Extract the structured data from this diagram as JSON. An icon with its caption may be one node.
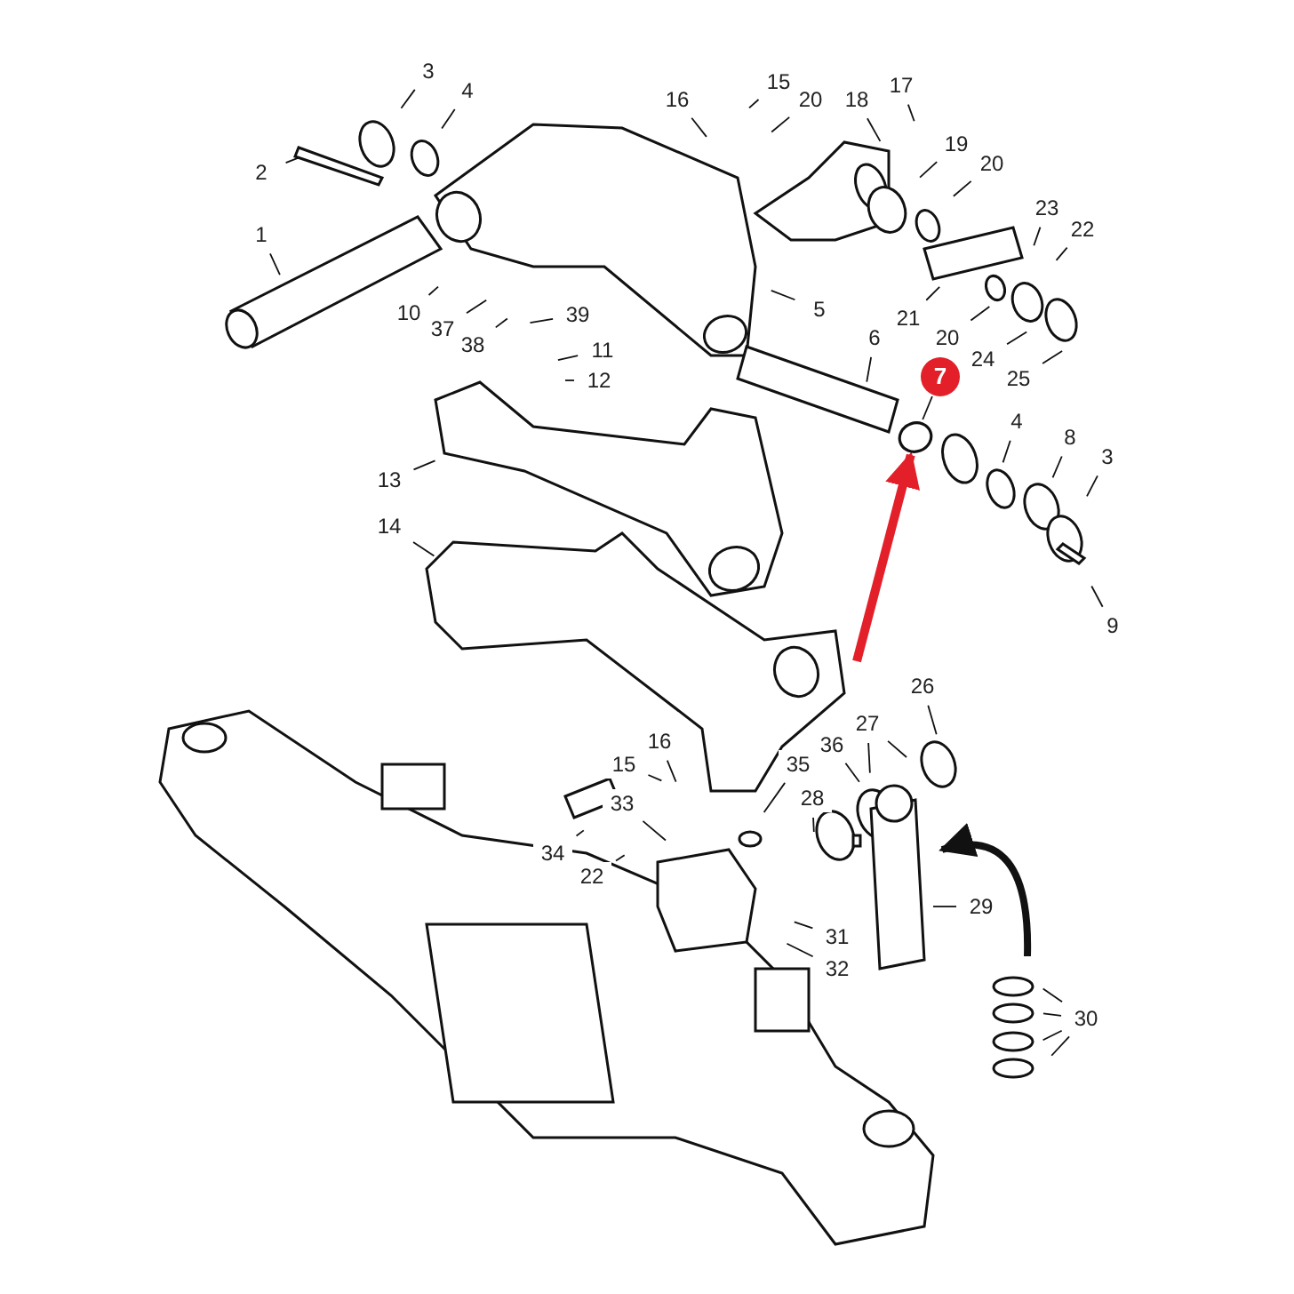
{
  "diagram": {
    "nodes": [
      {
        "text": [
          "3"
        ]
      },
      {
        "text": [
          "4"
        ]
      },
      {
        "text": [
          "15"
        ]
      },
      {
        "text": [
          "16"
        ]
      },
      {
        "text": [
          "20"
        ]
      },
      {
        "text": [
          "18"
        ]
      },
      {
        "text": [
          "17"
        ]
      },
      {
        "text": [
          "2"
        ]
      },
      {
        "text": [
          "19"
        ]
      },
      {
        "text": [
          "20"
        ]
      },
      {
        "text": [
          "1"
        ]
      },
      {
        "text": [
          "23"
        ]
      },
      {
        "text": [
          "22"
        ]
      },
      {
        "text": [
          "5"
        ]
      },
      {
        "text": [
          "10"
        ]
      },
      {
        "text": [
          "21"
        ]
      },
      {
        "text": [
          "37"
        ]
      },
      {
        "text": [
          "39"
        ]
      },
      {
        "text": [
          "20"
        ]
      },
      {
        "text": [
          "11"
        ]
      },
      {
        "text": [
          "38"
        ]
      },
      {
        "text": [
          "24"
        ]
      },
      {
        "text": [
          "12"
        ]
      },
      {
        "text": [
          "6"
        ]
      },
      {
        "text": [
          "25"
        ]
      },
      {
        "text": [
          "7"
        ]
      },
      {
        "text": [
          "4"
        ]
      },
      {
        "text": [
          "8"
        ]
      },
      {
        "text": [
          "3"
        ]
      },
      {
        "text": [
          "13"
        ]
      },
      {
        "text": [
          "14"
        ]
      },
      {
        "text": [
          "9"
        ]
      },
      {
        "text": [
          "26"
        ]
      },
      {
        "text": [
          "27"
        ]
      },
      {
        "text": [
          "36"
        ]
      },
      {
        "text": [
          "16"
        ]
      },
      {
        "text": [
          "15"
        ]
      },
      {
        "text": [
          "35"
        ]
      },
      {
        "text": [
          "33"
        ]
      },
      {
        "text": [
          "28"
        ]
      },
      {
        "text": [
          "34"
        ]
      },
      {
        "text": [
          "22"
        ]
      },
      {
        "text": [
          "29"
        ]
      },
      {
        "text": [
          "31"
        ]
      },
      {
        "text": [
          "32"
        ]
      },
      {
        "text": [
          "30"
        ]
      },
      {
        "text": [],
        "shape": "circle"
      }
    ],
    "edges": [
      {
        "from": 0,
        "to": null,
        "arrow": "none"
      },
      {
        "from": 1,
        "to": null,
        "arrow": "none"
      },
      {
        "from": 2,
        "to": null,
        "arrow": "none"
      },
      {
        "from": 3,
        "to": null,
        "arrow": "none"
      },
      {
        "from": 4,
        "to": null,
        "arrow": "none"
      },
      {
        "from": 5,
        "to": null,
        "arrow": "none"
      },
      {
        "from": 6,
        "to": null,
        "arrow": "none"
      },
      {
        "from": 7,
        "to": null,
        "arrow": "none"
      },
      {
        "from": 8,
        "to": null,
        "arrow": "none"
      },
      {
        "from": 9,
        "to": null,
        "arrow": "none"
      },
      {
        "from": 10,
        "to": null,
        "arrow": "none"
      },
      {
        "from": 11,
        "to": null,
        "arrow": "none"
      },
      {
        "from": 12,
        "to": null,
        "arrow": "none"
      },
      {
        "from": 13,
        "to": null,
        "arrow": "none"
      },
      {
        "from": 14,
        "to": null,
        "arrow": "none"
      },
      {
        "from": 15,
        "to": null,
        "arrow": "none"
      },
      {
        "from": 16,
        "to": null,
        "arrow": "none"
      },
      {
        "from": 17,
        "to": null,
        "arrow": "none"
      },
      {
        "from": 18,
        "to": null,
        "arrow": "none"
      },
      {
        "from": 19,
        "to": null,
        "arrow": "none"
      },
      {
        "from": 20,
        "to": null,
        "arrow": "none"
      },
      {
        "from": 21,
        "to": null,
        "arrow": "none"
      },
      {
        "from": 22,
        "to": null,
        "arrow": "none"
      },
      {
        "from": 23,
        "to": null,
        "arrow": "none"
      },
      {
        "from": 24,
        "to": null,
        "arrow": "none"
      },
      {
        "from": 25,
        "to": 46,
        "arrow": "none"
      },
      {
        "from": 26,
        "to": null,
        "arrow": "none"
      },
      {
        "from": 27,
        "to": null,
        "arrow": "none"
      },
      {
        "from": 28,
        "to": null,
        "arrow": "none"
      },
      {
        "from": 29,
        "to": null,
        "arrow": "none"
      },
      {
        "from": 30,
        "to": null,
        "arrow": "none"
      },
      {
        "from": 31,
        "to": null,
        "arrow": "none"
      },
      {
        "from": 32,
        "to": null,
        "arrow": "none"
      },
      {
        "from": 33,
        "to": null,
        "arrow": "none"
      },
      {
        "from": 33,
        "to": null,
        "arrow": "none"
      },
      {
        "from": 34,
        "to": null,
        "arrow": "none"
      },
      {
        "from": 35,
        "to": null,
        "arrow": "none"
      },
      {
        "from": 36,
        "to": null,
        "arrow": "none"
      },
      {
        "from": 37,
        "to": null,
        "arrow": "none"
      },
      {
        "from": 38,
        "to": null,
        "arrow": "none"
      },
      {
        "from": 39,
        "to": null,
        "arrow": "none"
      },
      {
        "from": 40,
        "to": null,
        "arrow": "none"
      },
      {
        "from": 41,
        "to": null,
        "arrow": "none"
      },
      {
        "from": 42,
        "to": null,
        "arrow": "none"
      },
      {
        "from": 43,
        "to": null,
        "arrow": "none"
      },
      {
        "from": 44,
        "to": null,
        "arrow": "none"
      },
      {
        "from": 45,
        "to": null,
        "arrow": "none"
      },
      {
        "from": 45,
        "to": null,
        "arrow": "none"
      },
      {
        "from": 45,
        "to": null,
        "arrow": "none"
      },
      {
        "from": 45,
        "to": null,
        "arrow": "none"
      },
      {
        "from": null,
        "to": 46,
        "arrow": "to",
        "style": "thick",
        "color": "#e3202a"
      }
    ]
  }
}
